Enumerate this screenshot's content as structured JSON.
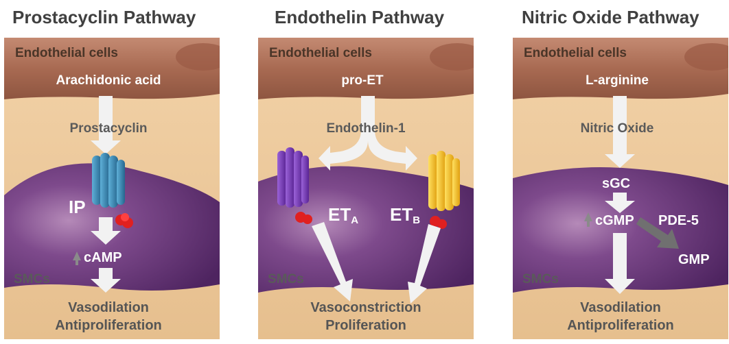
{
  "panels": [
    {
      "title": "Prostacyclin Pathway",
      "endothelial_label": "Endothelial cells",
      "precursor": "Arachidonic acid",
      "mediator": "Prostacyclin",
      "receptor": "IP",
      "second_messenger": "cAMP",
      "smc_label": "SMCs",
      "outcome_1": "Vasodilation",
      "outcome_2": "Antiproliferation"
    },
    {
      "title": "Endothelin Pathway",
      "endothelial_label": "Endothelial cells",
      "precursor": "pro-ET",
      "mediator": "Endothelin-1",
      "receptor_a": "ET",
      "receptor_a_sub": "A",
      "receptor_b": "ET",
      "receptor_b_sub": "B",
      "smc_label": "SMCs",
      "outcome_1": "Vasoconstriction",
      "outcome_2": "Proliferation"
    },
    {
      "title": "Nitric Oxide Pathway",
      "endothelial_label": "Endothelial cells",
      "precursor": "L-arginine",
      "mediator": "Nitric Oxide",
      "enzyme": "sGC",
      "second_messenger": "cGMP",
      "degrading_enzyme": "PDE-5",
      "product": "GMP",
      "smc_label": "SMCs",
      "outcome_1": "Vasodilation",
      "outcome_2": "Antiproliferation"
    }
  ],
  "colors": {
    "endothelium": "#a86a52",
    "interstitium": "#ecc89a",
    "smc": "#6a3a7a",
    "ip_receptor": "#3a86b8",
    "eta_receptor": "#7a3ab8",
    "etb_receptor": "#f0c020",
    "receptor_tail": "#e02020",
    "arrow": "#f2f2f2",
    "pde_arrow": "#707070"
  }
}
